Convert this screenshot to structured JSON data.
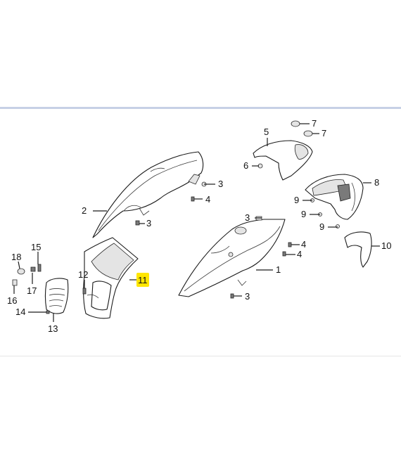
{
  "diagram": {
    "callouts": [
      {
        "id": "c1",
        "label": "1"
      },
      {
        "id": "c2",
        "label": "2"
      },
      {
        "id": "c3a",
        "label": "3"
      },
      {
        "id": "c3b",
        "label": "3"
      },
      {
        "id": "c3c",
        "label": "3"
      },
      {
        "id": "c3d",
        "label": "3"
      },
      {
        "id": "c4a",
        "label": "4"
      },
      {
        "id": "c4b",
        "label": "4"
      },
      {
        "id": "c4c",
        "label": "4"
      },
      {
        "id": "c5",
        "label": "5"
      },
      {
        "id": "c6",
        "label": "6"
      },
      {
        "id": "c7a",
        "label": "7"
      },
      {
        "id": "c7b",
        "label": "7"
      },
      {
        "id": "c8",
        "label": "8"
      },
      {
        "id": "c9a",
        "label": "9"
      },
      {
        "id": "c9b",
        "label": "9"
      },
      {
        "id": "c9c",
        "label": "9"
      },
      {
        "id": "c10",
        "label": "10"
      },
      {
        "id": "c11",
        "label": "11",
        "highlighted": true
      },
      {
        "id": "c12",
        "label": "12"
      },
      {
        "id": "c13",
        "label": "13"
      },
      {
        "id": "c14",
        "label": "14"
      },
      {
        "id": "c15",
        "label": "15"
      },
      {
        "id": "c16",
        "label": "16"
      },
      {
        "id": "c17",
        "label": "17"
      },
      {
        "id": "c18",
        "label": "18"
      }
    ],
    "colors": {
      "frame": "#c7d0e6",
      "highlight": "#ffe600",
      "ink": "#1a1a1a"
    }
  }
}
